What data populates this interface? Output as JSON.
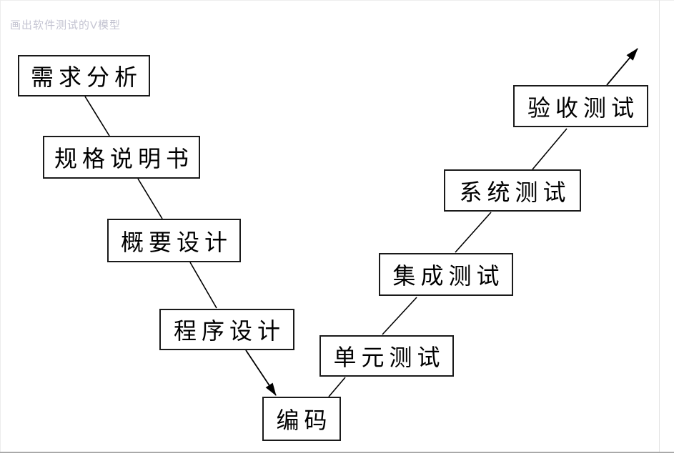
{
  "page": {
    "title": "画出软件测试的V模型",
    "title_color": "#c3c3d1",
    "background_color": "#ffffff",
    "bottom_rule_color": "#a9a9a9"
  },
  "diagram": {
    "type": "flowchart-v-model",
    "box_fill_color": "#ffffff",
    "box_border_color": "#1a1a1a",
    "line_color": "#000000",
    "boxes": [
      {
        "id": "requirements-analysis",
        "label": "需求分析"
      },
      {
        "id": "specification",
        "label": "规格说明书"
      },
      {
        "id": "high-level-design",
        "label": "概要设计"
      },
      {
        "id": "program-design",
        "label": "程序设计"
      },
      {
        "id": "coding",
        "label": "编码"
      },
      {
        "id": "unit-testing",
        "label": "单元测试"
      },
      {
        "id": "integration-testing",
        "label": "集成测试"
      },
      {
        "id": "system-testing",
        "label": "系统测试"
      },
      {
        "id": "acceptance-testing",
        "label": "验收测试"
      }
    ],
    "connections": [
      {
        "from": "需求分析",
        "to": "规格说明书",
        "arrow": false
      },
      {
        "from": "规格说明书",
        "to": "概要设计",
        "arrow": false
      },
      {
        "from": "概要设计",
        "to": "程序设计",
        "arrow": false
      },
      {
        "from": "程序设计",
        "to": "编码",
        "arrow": true
      },
      {
        "from": "编码",
        "to": "单元测试",
        "arrow": false
      },
      {
        "from": "单元测试",
        "to": "集成测试",
        "arrow": false
      },
      {
        "from": "集成测试",
        "to": "系统测试",
        "arrow": false
      },
      {
        "from": "系统测试",
        "to": "验收测试",
        "arrow": false
      },
      {
        "from": "验收测试",
        "to": "",
        "arrow": true
      }
    ]
  }
}
